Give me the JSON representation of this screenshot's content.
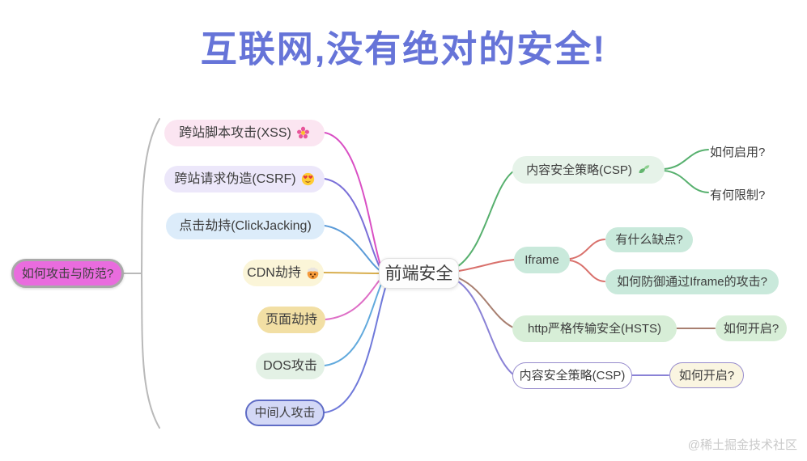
{
  "title": {
    "text": "互联网,没有绝对的安全!",
    "color": "#6674d8"
  },
  "root": {
    "label": "如何攻击与防范?",
    "fill": "#e96cde",
    "border": "#a9a9a9"
  },
  "center": {
    "label": "前端安全",
    "fill": "#fdfdfd"
  },
  "left": {
    "items": [
      {
        "label": "跨站脚本攻击(XSS)",
        "emoji": "🌺",
        "icon": "hibiscus-flower-icon",
        "fill": "#fbe5f1",
        "line_color": "#d94fc4"
      },
      {
        "label": "跨站请求伪造(CSRF)",
        "emoji": "😍",
        "icon": "heart-eyes-face-icon",
        "fill": "#ece7fa",
        "line_color": "#7a6fd8"
      },
      {
        "label": "点击劫持(ClickJacking)",
        "fill": "#dcecfa",
        "line_color": "#5b9bd8"
      },
      {
        "label": "CDN劫持",
        "emoji": "🤯",
        "icon": "exploding-head-icon",
        "fill": "#fbf5d8",
        "line_color": "#d8ae4e"
      },
      {
        "label": "页面劫持",
        "fill": "#f2dfa4",
        "line_color": "#de6ec6"
      },
      {
        "label": "DOS攻击",
        "fill": "#e3f1e5",
        "line_color": "#62aadd"
      },
      {
        "label": "中间人攻击",
        "fill": "#d3d8f6",
        "border": "#5f6cc5",
        "line_color": "#6f79da"
      }
    ]
  },
  "right": {
    "branches": [
      {
        "label": "内容安全策略(CSP)",
        "emoji": "🍃",
        "icon": "leaf-icon",
        "fill": "#e6f3e9",
        "line_color": "#57b06e",
        "children": [
          {
            "label": "如何启用?"
          },
          {
            "label": "有何限制?"
          }
        ]
      },
      {
        "label": "Iframe",
        "fill": "#c9e9db",
        "line_color": "#d9716c",
        "children": [
          {
            "label": "有什么缺点?"
          },
          {
            "label": "如何防御通过Iframe的攻击?"
          }
        ]
      },
      {
        "label": "http严格传输安全(HSTS)",
        "fill": "#d7eed7",
        "line_color": "#a87f70",
        "children": [
          {
            "label": "如何开启?"
          }
        ]
      },
      {
        "label": "内容安全策略(CSP)",
        "fill": "#ffffff",
        "border": "#978ccd",
        "line_color": "#8a82d6",
        "children": [
          {
            "label": "如何开启?"
          }
        ]
      }
    ]
  },
  "watermark": {
    "text": "@稀土掘金技术社区"
  }
}
